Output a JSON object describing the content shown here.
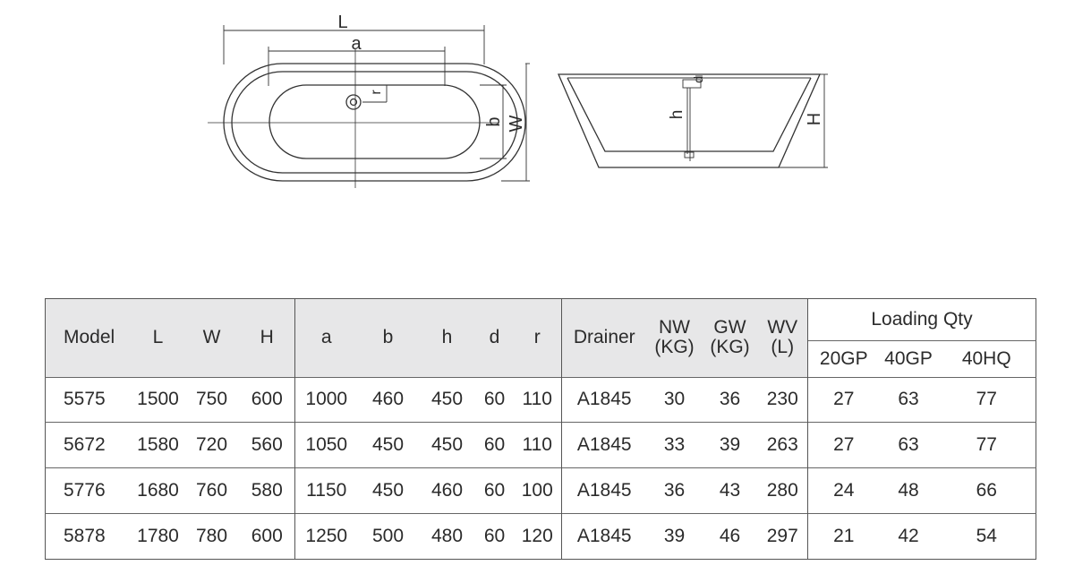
{
  "diagram_labels": {
    "top_view": {
      "L": "L",
      "a": "a",
      "b": "b",
      "W": "W",
      "r": "r"
    },
    "side_view": {
      "h": "h",
      "d": "d",
      "H": "H"
    }
  },
  "table": {
    "headers": {
      "model": "Model",
      "L": "L",
      "W": "W",
      "H": "H",
      "a": "a",
      "b": "b",
      "h": "h",
      "d": "d",
      "r": "r",
      "drainer": "Drainer",
      "nw_top": "NW",
      "nw_bot": "(KG)",
      "gw_top": "GW",
      "gw_bot": "(KG)",
      "wv_top": "WV",
      "wv_bot": "(L)",
      "loading": "Loading Qty",
      "gp20": "20GP",
      "gp40": "40GP",
      "hq40": "40HQ"
    },
    "rows": [
      [
        "5575",
        "1500",
        "750",
        "600",
        "1000",
        "460",
        "450",
        "60",
        "110",
        "A1845",
        "30",
        "36",
        "230",
        "27",
        "63",
        "77"
      ],
      [
        "5672",
        "1580",
        "720",
        "560",
        "1050",
        "450",
        "450",
        "60",
        "110",
        "A1845",
        "33",
        "39",
        "263",
        "27",
        "63",
        "77"
      ],
      [
        "5776",
        "1680",
        "760",
        "580",
        "1150",
        "450",
        "460",
        "60",
        "100",
        "A1845",
        "36",
        "43",
        "280",
        "24",
        "48",
        "66"
      ],
      [
        "5878",
        "1780",
        "780",
        "600",
        "1250",
        "500",
        "480",
        "60",
        "120",
        "A1845",
        "39",
        "46",
        "297",
        "21",
        "42",
        "54"
      ]
    ]
  }
}
